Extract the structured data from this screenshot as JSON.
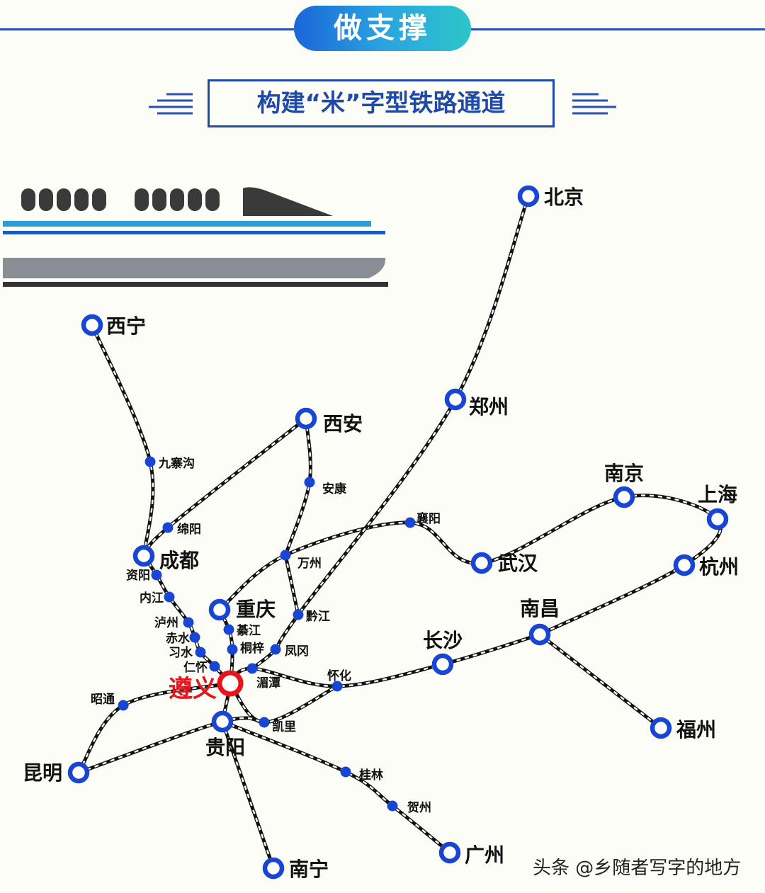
{
  "header": {
    "section_title": "做支撑",
    "subtitle": "构建“米”字型铁路通道"
  },
  "watermark": "头条 @乡随者写字的地方",
  "colors": {
    "node": "#1846d2",
    "hub": "#e8141a",
    "rail": "#111111",
    "title_blue": "#1f4aa8"
  },
  "map": {
    "hub": {
      "id": "zunyi",
      "label": "遵义"
    },
    "major_cities": [
      {
        "id": "beijing",
        "label": "北京"
      },
      {
        "id": "xining",
        "label": "西宁"
      },
      {
        "id": "zhengzhou",
        "label": "郑州"
      },
      {
        "id": "xian",
        "label": "西安"
      },
      {
        "id": "nanjing",
        "label": "南京"
      },
      {
        "id": "shanghai",
        "label": "上海"
      },
      {
        "id": "chengdu",
        "label": "成都"
      },
      {
        "id": "wuhan",
        "label": "武汉"
      },
      {
        "id": "hangzhou",
        "label": "杭州"
      },
      {
        "id": "chongqing",
        "label": "重庆"
      },
      {
        "id": "nanchang",
        "label": "南昌"
      },
      {
        "id": "changsha",
        "label": "长沙"
      },
      {
        "id": "guiyang",
        "label": "贵阳"
      },
      {
        "id": "fuzhou",
        "label": "福州"
      },
      {
        "id": "kunming",
        "label": "昆明"
      },
      {
        "id": "guangzhou",
        "label": "广州"
      },
      {
        "id": "nanning",
        "label": "南宁"
      }
    ],
    "minor_stations": [
      {
        "id": "jiuzhaigou",
        "label": "九寨沟"
      },
      {
        "id": "ankang",
        "label": "安康"
      },
      {
        "id": "mianyang",
        "label": "绵阳"
      },
      {
        "id": "xiangyang",
        "label": "襄阳"
      },
      {
        "id": "wanzhou",
        "label": "万州"
      },
      {
        "id": "ziyang",
        "label": "资阳"
      },
      {
        "id": "neijiang",
        "label": "内江"
      },
      {
        "id": "qianjiang",
        "label": "黔江"
      },
      {
        "id": "luzhou",
        "label": "泸州"
      },
      {
        "id": "qijiang",
        "label": "綦江"
      },
      {
        "id": "chishui",
        "label": "赤水"
      },
      {
        "id": "tongzi",
        "label": "桐梓"
      },
      {
        "id": "fenggang",
        "label": "凤冈"
      },
      {
        "id": "xishui",
        "label": "习水"
      },
      {
        "id": "renhuai",
        "label": "仁怀"
      },
      {
        "id": "huaihua",
        "label": "怀化"
      },
      {
        "id": "meitan",
        "label": "湄潭"
      },
      {
        "id": "zhaotong",
        "label": "昭通"
      },
      {
        "id": "kaili",
        "label": "凯里"
      },
      {
        "id": "guilin",
        "label": "桂林"
      },
      {
        "id": "hezhou",
        "label": "贺州"
      }
    ],
    "lines": [
      [
        "xining",
        "jiuzhaigou",
        "chengdu"
      ],
      [
        "chengdu",
        "ziyang",
        "neijiang",
        "luzhou",
        "chishui",
        "xishui",
        "renhuai",
        "zunyi"
      ],
      [
        "chengdu",
        "mianyang",
        "xian"
      ],
      [
        "xian",
        "ankang",
        "wanzhou"
      ],
      [
        "chongqing",
        "wanzhou",
        "xiangyang",
        "wuhan",
        "nanjing",
        "shanghai",
        "hangzhou",
        "nanchang"
      ],
      [
        "wanzhou",
        "qianjiang"
      ],
      [
        "beijing",
        "zhengzhou",
        "qianjiang",
        "fenggang",
        "meitan"
      ],
      [
        "chongqing",
        "qijiang",
        "tongzi",
        "zunyi",
        "guiyang"
      ],
      [
        "zunyi",
        "meitan",
        "huaihua",
        "changsha",
        "nanchang"
      ],
      [
        "nanchang",
        "fuzhou"
      ],
      [
        "zunyi",
        "kaili",
        "huaihua"
      ],
      [
        "zunyi",
        "zhaotong",
        "kunming"
      ],
      [
        "kunming",
        "guiyang",
        "kaili"
      ],
      [
        "guiyang",
        "guilin",
        "hezhou",
        "guangzhou"
      ],
      [
        "guiyang",
        "nanning"
      ]
    ]
  }
}
